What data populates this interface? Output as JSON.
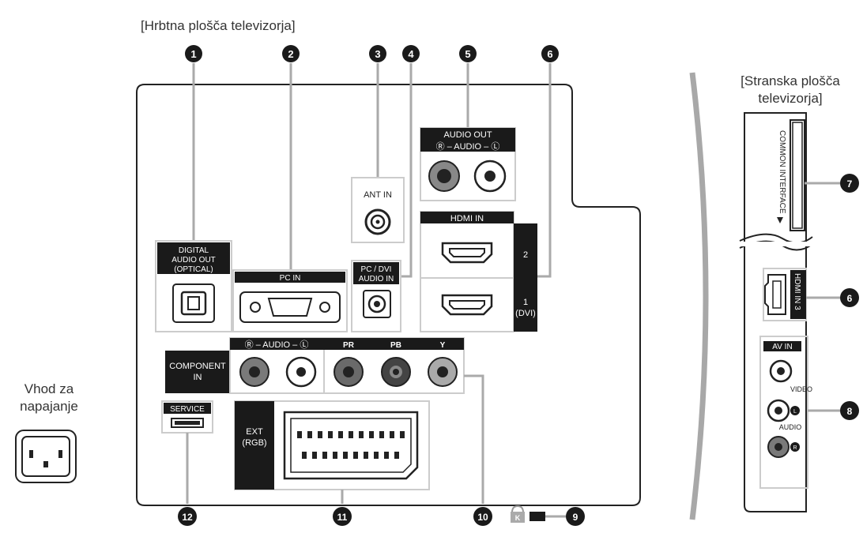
{
  "back_panel_title": "[Hrbtna plošča televizorja]",
  "side_panel_title": [
    "[Stranska plošča",
    "televizorja]"
  ],
  "power_input_label": [
    "Vhod za",
    "napajanje"
  ],
  "callouts": [
    "1",
    "2",
    "3",
    "4",
    "5",
    "6",
    "7",
    "6",
    "8",
    "9",
    "10",
    "11",
    "12"
  ],
  "ports": {
    "digital_audio_out": [
      "DIGITAL",
      "AUDIO OUT",
      "(OPTICAL)"
    ],
    "pc_in": "PC IN",
    "ant_in": "ANT IN",
    "pc_dvi_audio_in": [
      "PC / DVI",
      "AUDIO IN"
    ],
    "audio_out": "AUDIO OUT",
    "audio_out_channels": "Ⓡ – AUDIO – Ⓛ",
    "hdmi_in": "HDMI IN",
    "hdmi_port_2": "2",
    "hdmi_port_1": [
      "1",
      "(DVI)"
    ],
    "component_in": [
      "COMPONENT",
      "IN"
    ],
    "component_audio": "Ⓡ – AUDIO – Ⓛ",
    "component_pr": "PR",
    "component_pb": "PB",
    "component_y": "Y",
    "service": "SERVICE",
    "ext_rgb": [
      "EXT",
      "(RGB)"
    ],
    "common_interface": "COMMON INTERFACE",
    "hdmi_in_3": "HDMI IN 3",
    "av_in": "AV IN",
    "video": "VIDEO",
    "audio": "AUDIO",
    "av_audio_l": "L",
    "av_audio_r": "R",
    "kensington": "K"
  },
  "colors": {
    "dark": "#1a1a1a",
    "grey_border": "#c8c8c8",
    "side_arc": "#a8a8a8"
  }
}
